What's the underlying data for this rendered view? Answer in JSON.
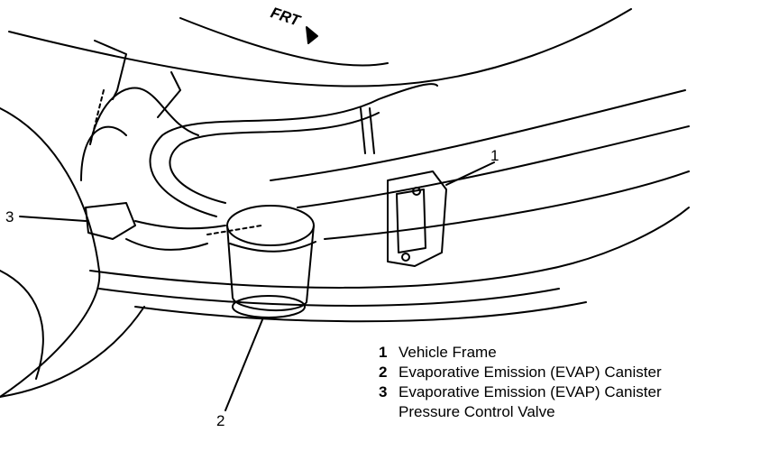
{
  "direction_label": "FRT",
  "callouts": {
    "c1": "1",
    "c2": "2",
    "c3": "3"
  },
  "legend": [
    {
      "num": "1",
      "lines": [
        "Vehicle Frame"
      ]
    },
    {
      "num": "2",
      "lines": [
        "Evaporative Emission (EVAP) Canister"
      ]
    },
    {
      "num": "3",
      "lines": [
        "Evaporative Emission (EVAP) Canister",
        "Pressure Control Valve"
      ]
    }
  ]
}
